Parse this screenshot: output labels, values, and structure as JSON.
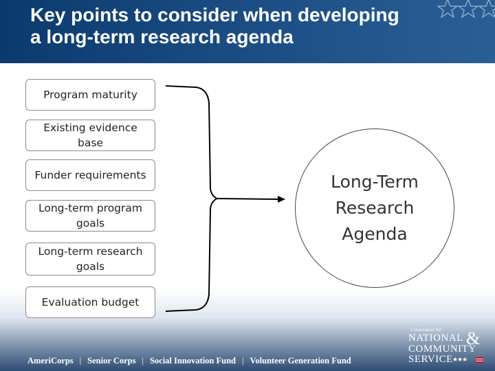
{
  "header": {
    "title_line1": "Key points to consider when developing",
    "title_line2": "a long-term research agenda"
  },
  "diagram": {
    "inputs": [
      "Program maturity",
      "Existing evidence base",
      "Funder requirements",
      "Long-term program goals",
      "Long-term research goals",
      "Evaluation budget"
    ],
    "output": "Long-Term Research Agenda"
  },
  "footer": {
    "programs": [
      "AmeriCorps",
      "Senior Corps",
      "Social Innovation Fund",
      "Volunteer Generation Fund"
    ],
    "separator": "|",
    "logo": {
      "small_text": "Corporation for",
      "line1": "NATIONAL",
      "ampersand": "&",
      "line2": "COMMUNITY",
      "line3": "SERVICE",
      "stars": "★★★"
    }
  },
  "colors": {
    "header_bg": "#1d4f86",
    "box_border": "#8a8a8a",
    "connector": "#000000",
    "footer_band": "#2e4c72"
  }
}
